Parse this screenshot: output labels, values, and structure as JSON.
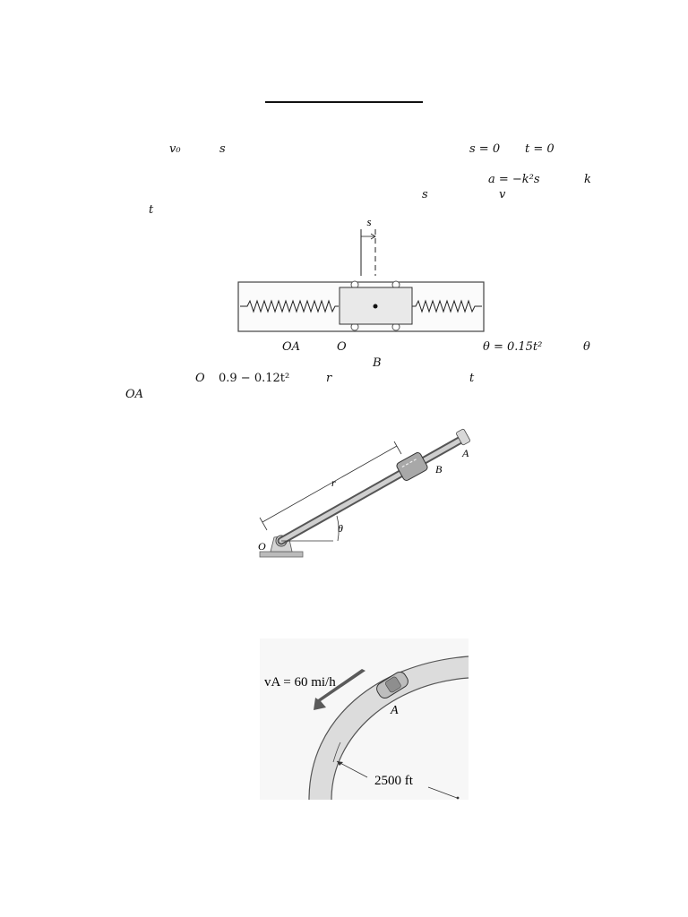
{
  "header": {
    "title": ""
  },
  "problem1": {
    "v0": "v₀",
    "s": "s",
    "s_eq": "s = 0",
    "t_eq": "t = 0",
    "accel": "a = −k²s",
    "k": "k",
    "s2": "s",
    "v": "v",
    "t": "t",
    "figure": {
      "s_label": "s"
    }
  },
  "problem2": {
    "OA": "OA",
    "O": "O",
    "theta_eq": "θ = 0.15t²",
    "theta": "θ",
    "B": "B",
    "O2": "O",
    "r_expr": "0.9 − 0.12t²",
    "r": "r",
    "t": "t",
    "OA2": "OA",
    "figure": {
      "r_label": "r",
      "A_label": "A",
      "B_label": "B",
      "theta_label": "θ",
      "O_label": "O"
    }
  },
  "problem3": {
    "figure": {
      "velocity_label": "vA = 60 mi/h",
      "A_label": "A",
      "radius_label": "2500 ft"
    }
  }
}
